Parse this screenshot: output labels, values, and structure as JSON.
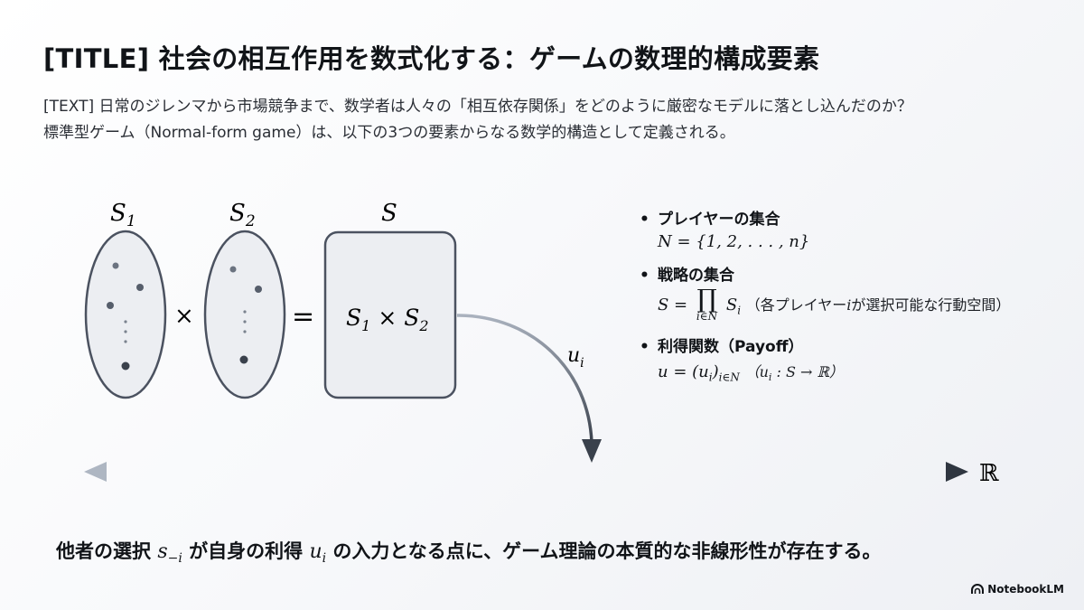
{
  "title": "[TITLE] 社会の相互作用を数式化する：ゲームの数理的構成要素",
  "lead": {
    "line1": "[TEXT] 日常のジレンマから市場競争まで、数学者は人々の「相互依存関係」をどのように厳密なモデルに落とし込んだのか？",
    "line2": "標準型ゲーム（Normal-form game）は、以下の3つの要素からなる数学的構造として定義される。"
  },
  "diagram": {
    "set1_label": "S",
    "set1_sub": "1",
    "set2_label": "S",
    "set2_sub": "2",
    "product_label": "S",
    "times_symbol": "×",
    "equals_symbol": "=",
    "box_text": {
      "s1": "S",
      "sub1": "1",
      "times": "×",
      "s2": "S",
      "sub2": "2"
    },
    "arrow_label": "u",
    "arrow_label_sub": "i",
    "axis_label": "ℝ"
  },
  "definitions": {
    "players": {
      "heading": "プレイヤーの集合",
      "formula": "N = {1, 2, . . . , n}"
    },
    "strategies": {
      "heading": "戦略の集合",
      "lhs": "S =",
      "prod_symbol": "∏",
      "prod_sub": "i∈N",
      "term": "S",
      "term_sub": "i",
      "note_pre": "（各プレイヤー",
      "note_var": "i",
      "note_post": "が選択可能な行動空間）"
    },
    "payoff": {
      "heading": "利得関数（Payoff）",
      "formula": "u = (u",
      "formula_sub_i": "i",
      "formula_close": ")",
      "formula_sub_n": "i∈N",
      "note_open": "（u",
      "note_sub": "i",
      "note_rest": " : S → ℝ）"
    }
  },
  "conclusion": {
    "pre": "他者の選択 ",
    "var1": "s",
    "var1_sub": "−i",
    "mid": " が自身の利得 ",
    "var2": "u",
    "var2_sub": "i",
    "post": " の入力となる点に、ゲーム理論の本質的な非線形性が存在する。"
  },
  "brand": "NotebookLM",
  "colors": {
    "ink": "#111418",
    "set_fill": "#eceef2",
    "set_stroke": "#4b5260",
    "axis_start": "#aeb6c2",
    "axis_end": "#2f3640"
  }
}
